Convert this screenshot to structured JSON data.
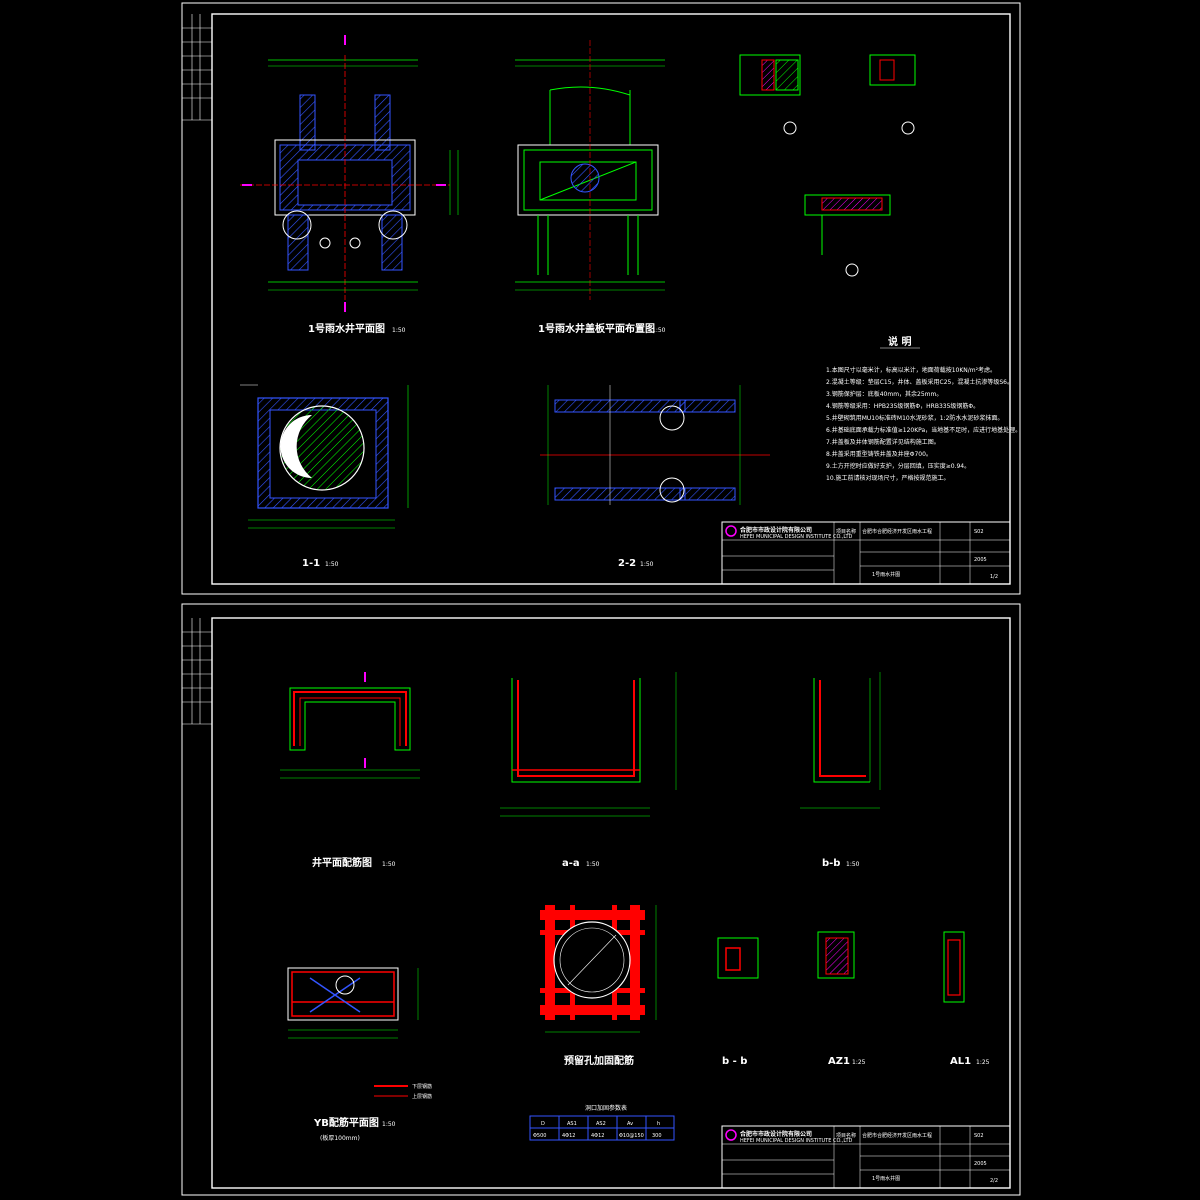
{
  "sheet1": {
    "plan_title": "1号雨水井平面图",
    "plan_scale": "1:50",
    "cover_title": "1号雨水井盖板平面布置图",
    "cover_scale": "1:50",
    "section11_title": "1-1",
    "section11_scale": "1:50",
    "section22_title": "2-2",
    "section22_scale": "1:50",
    "notes_header": "说 明",
    "notes": [
      "1.本图尺寸以毫米计，标高以米计，地面荷载按10KN/m²考虑。",
      "2.混凝土等级：垫层C15，井体、盖板采用C25，混凝土抗渗等级S6。",
      "3.钢筋保护层：底板40mm，其余25mm。",
      "4.钢筋等级采用：HPB235级钢筋Φ，HRB335级钢筋Φ。",
      "5.井壁砌筑用MU10标准砖M10水泥砂浆，1:2防水水泥砂浆抹面。",
      "6.井基础底面承载力标准值≥120KPa，当地基不足时，应进行地基处理。",
      "7.井盖板及井体钢筋配置详见结构施工图。",
      "8.井盖采用重型铸铁井盖及井座Φ700。",
      "9.土方开挖时应做好支护，分层回填，压实度≥0.94。",
      "10.施工前请核对现场尺寸，严格按规范施工。"
    ],
    "institute": "合肥市市政设计院有限公司",
    "institute_en": "HEFEI MUNICIPAL DESIGN INSTITUTE CO.,LTD",
    "project_label": "项目名称",
    "project_name": "合肥市合肥经济开发区雨水工程",
    "drawing_name": "1号雨水井图",
    "drawing_no": "S02",
    "sheet_no": "1/2",
    "year": "2005"
  },
  "sheet2": {
    "plan_rebar_title": "井平面配筋图",
    "plan_rebar_scale": "1:50",
    "aa_title": "a-a",
    "aa_scale": "1:50",
    "bb_title": "b-b",
    "bb_scale": "1:50",
    "bottom_rebar_title": "YB配筋平面图",
    "bottom_rebar_scale": "1:50",
    "bottom_rebar_sub": "(板厚100mm)",
    "hole_title": "预留孔加固配筋",
    "bb2_title": "b - b",
    "az1_title": "AZ1",
    "az1_scale": "1:25",
    "al1_title": "AL1",
    "al1_scale": "1:25",
    "legend_upper": "下层钢筋",
    "legend_lower": "上层钢筋",
    "table_title": "洞口加固参数表",
    "table_headers": [
      "D",
      "AS1",
      "AS2",
      "Av",
      "h"
    ],
    "table_row": [
      "Φ500",
      "4Φ12",
      "4Φ12",
      "Φ10@150",
      "300"
    ],
    "institute": "合肥市市政设计院有限公司",
    "institute_en": "HEFEI MUNICIPAL DESIGN INSTITUTE CO.,LTD",
    "project_label": "项目名称",
    "project_name": "合肥市合肥经济开发区雨水工程",
    "drawing_name": "1号雨水井图",
    "drawing_no": "S02",
    "sheet_no": "2/2",
    "year": "2005"
  },
  "colors": {
    "frame": "#ffffff",
    "green": "#00ff00",
    "blue": "#0000ff",
    "red": "#ff0000",
    "cyan": "#00ffff",
    "magenta": "#ff00ff",
    "yellow": "#ffff00"
  }
}
